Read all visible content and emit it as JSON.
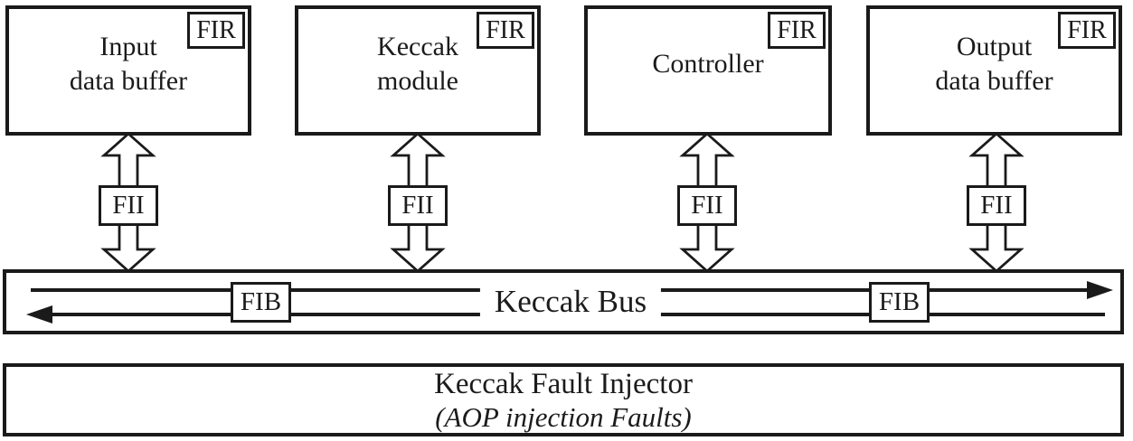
{
  "colors": {
    "ink": "#1a1a1a",
    "background": "#ffffff"
  },
  "modules": [
    {
      "line1": "Input",
      "line2": "data buffer",
      "fir": "FIR",
      "fii": "FII"
    },
    {
      "line1": "Keccak",
      "line2": "module",
      "fir": "FIR",
      "fii": "FII"
    },
    {
      "line1": "Controller",
      "line2": "",
      "fir": "FIR",
      "fii": "FII"
    },
    {
      "line1": "Output",
      "line2": "data buffer",
      "fir": "FIR",
      "fii": "FII"
    }
  ],
  "bus": {
    "label": "Keccak Bus",
    "fib_left": "FIB",
    "fib_right": "FIB"
  },
  "fault_injector": {
    "title": "Keccak Fault Injector",
    "subtitle": "(AOP injection Faults)"
  }
}
